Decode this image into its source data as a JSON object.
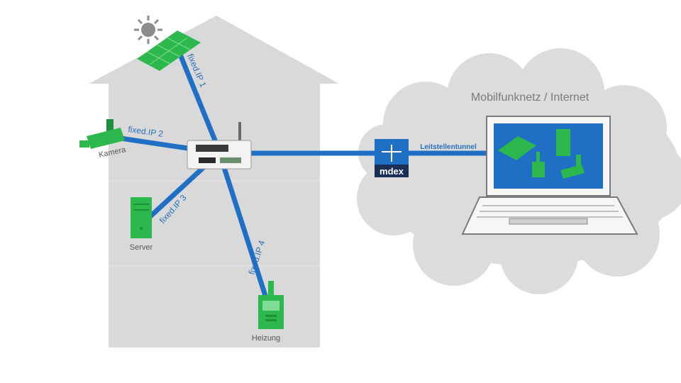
{
  "labels": {
    "ip1": "fixed.IP 1",
    "ip2": "fixed.IP 2",
    "ip3": "fixed.IP 3",
    "ip4": "fixed.IP 4",
    "camera": "Kamera",
    "server": "Server",
    "heating": "Heizung",
    "cloud": "Mobilfunknetz / Internet",
    "tunnel": "Leitstellentunnel",
    "mdex": "mdex"
  },
  "colors": {
    "link": "#1f6fc5",
    "device": "#2db84d",
    "device_dark": "#1d8f38",
    "house": "#d9d9d9",
    "cloud": "#dcdcdc",
    "screen": "#1f6fc5",
    "mdex_bg": "#1f6fc5",
    "mdex_bar": "#1b2f57"
  },
  "icons": {
    "sun": "sun-icon",
    "solar": "solar-panel-icon",
    "camera": "security-camera-icon",
    "server": "server-tower-icon",
    "heating": "heating-controller-icon",
    "router": "router-icon",
    "laptop": "laptop-icon",
    "mdex": "mdex-logo"
  }
}
